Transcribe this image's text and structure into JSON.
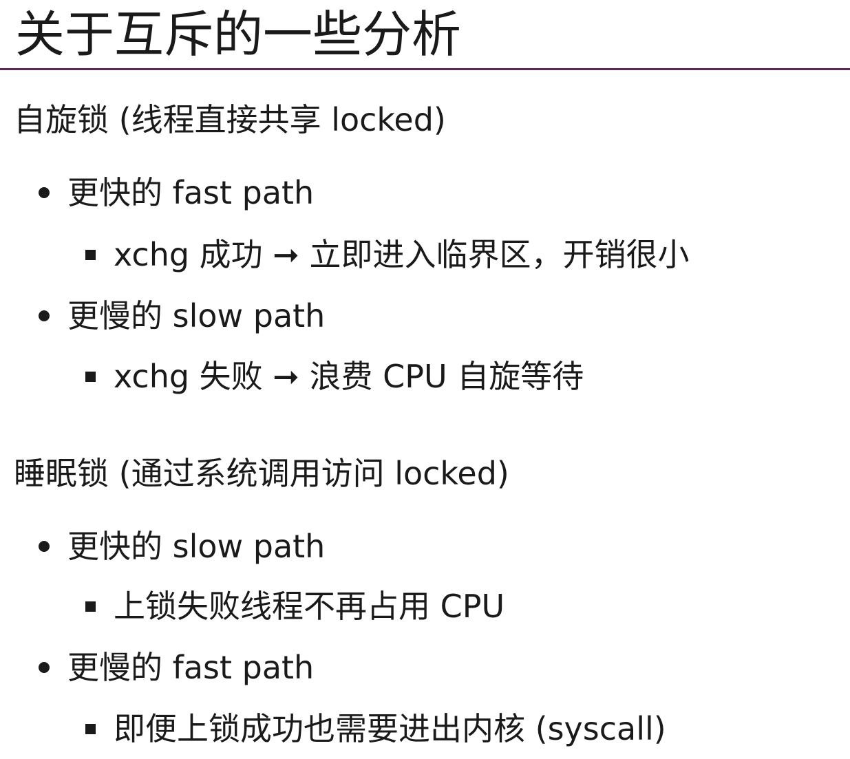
{
  "title": "关于互斥的一些分析",
  "colors": {
    "rule": "#5c2a58",
    "text": "#1a1a1a"
  },
  "sections": [
    {
      "heading": "自旋锁 (线程直接共享 locked)",
      "items": [
        {
          "text": "更快的 fast path",
          "sub": [
            "xchg 成功 ➞ 立即进入临界区，开销很小"
          ]
        },
        {
          "text": "更慢的 slow path",
          "sub": [
            "xchg 失败 ➞ 浪费 CPU 自旋等待"
          ]
        }
      ]
    },
    {
      "heading": "睡眠锁 (通过系统调用访问 locked)",
      "items": [
        {
          "text": "更快的 slow path",
          "sub": [
            "上锁失败线程不再占用 CPU"
          ]
        },
        {
          "text": "更慢的 fast path",
          "sub": [
            "即便上锁成功也需要进出内核 (syscall)"
          ]
        }
      ]
    }
  ]
}
